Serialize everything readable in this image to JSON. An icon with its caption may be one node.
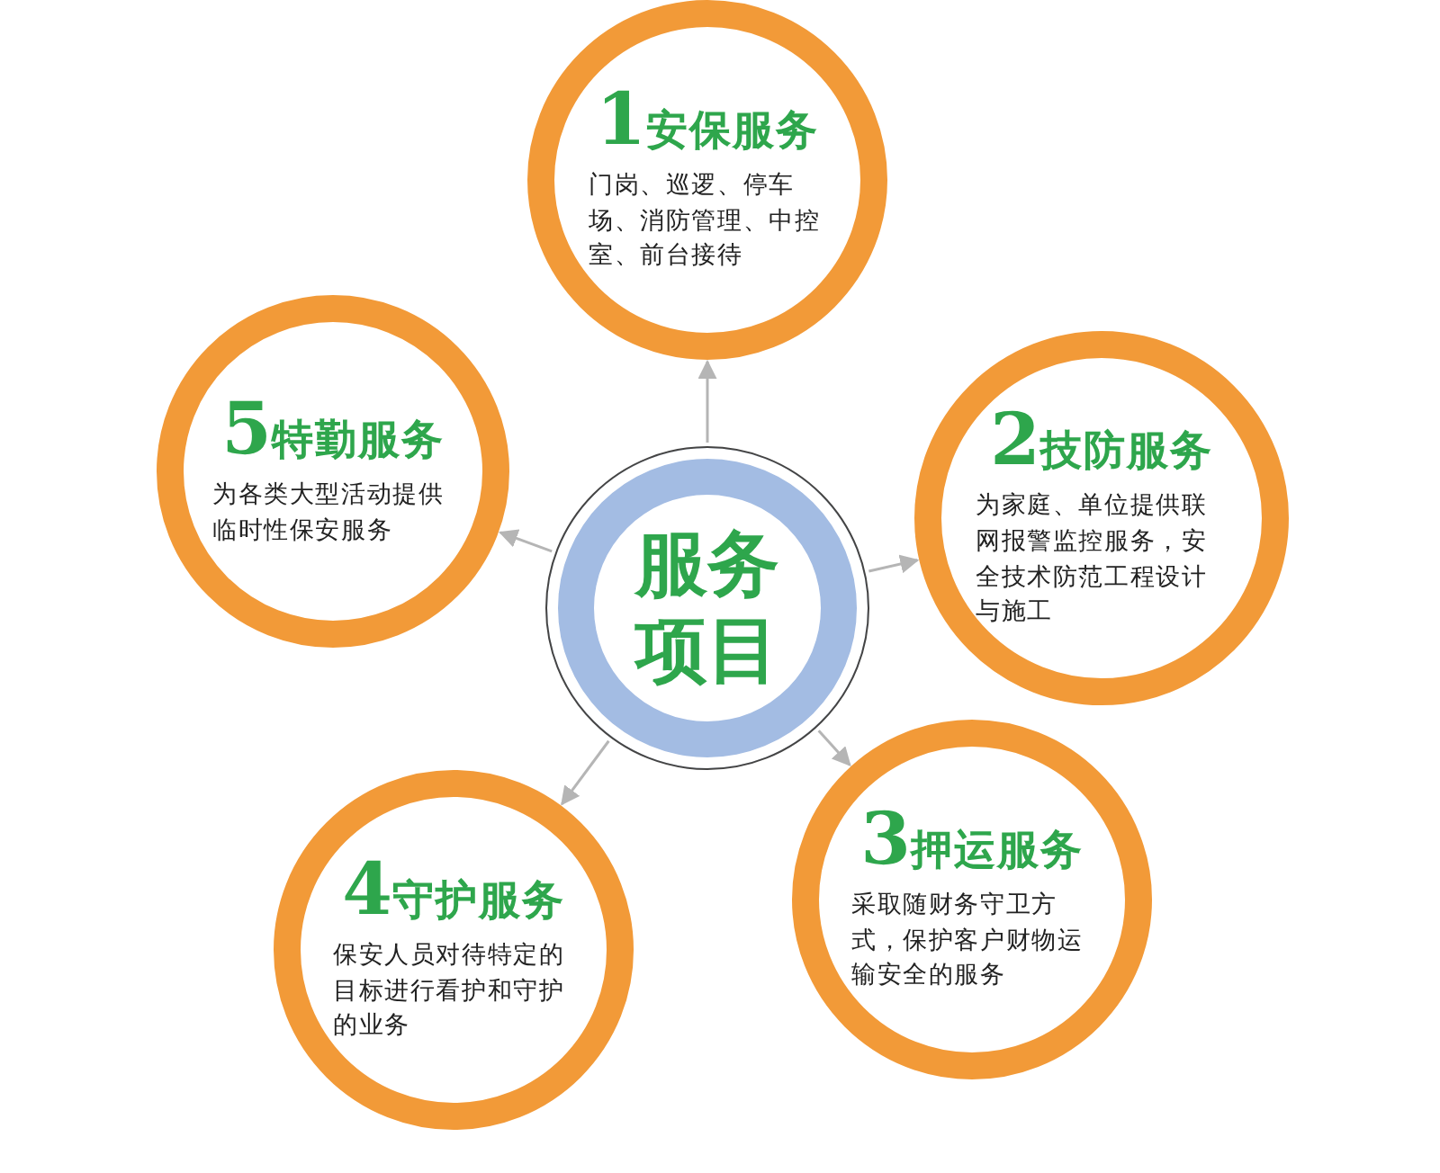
{
  "diagram": {
    "nodes": [
      {
        "text": [
          "服务项目"
        ]
      },
      {
        "text": [
          "1",
          "安保服务",
          "门岗、巡逻、停车场、消防管理、中控室、前台接待"
        ]
      },
      {
        "text": [
          "2",
          "技防服务",
          "为家庭、单位提供联网报警监控服务，安全技术防范工程设计与施工"
        ]
      },
      {
        "text": [
          "3",
          "押运服务",
          "采取随财务守卫方式，保护客户财物运输安全的服务"
        ]
      },
      {
        "text": [
          "4",
          "守护服务",
          "保安人员对待特定的目标进行看护和守护的业务"
        ]
      },
      {
        "text": [
          "5",
          "特勤服务",
          "为各类大型活动提供临时性保安服务"
        ]
      }
    ],
    "edges": [
      {
        "from": 0,
        "to": 1,
        "arrow": "to"
      },
      {
        "from": 0,
        "to": 2,
        "arrow": "to"
      },
      {
        "from": 0,
        "to": 3,
        "arrow": "to"
      },
      {
        "from": 0,
        "to": 4,
        "arrow": "to"
      },
      {
        "from": 0,
        "to": 5,
        "arrow": "to"
      }
    ]
  }
}
